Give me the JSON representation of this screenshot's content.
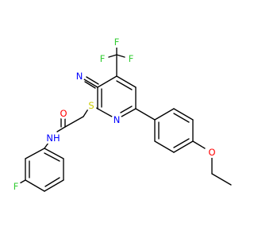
{
  "atoms": {
    "F1": {
      "text": "F",
      "color": "#33cc33"
    },
    "F2": {
      "text": "F",
      "color": "#33cc33"
    },
    "F3": {
      "text": "F",
      "color": "#33cc33"
    },
    "N_nitrile": {
      "text": "N",
      "color": "#0000ff"
    },
    "N_pyridine": {
      "text": "N",
      "color": "#0000ff"
    },
    "S": {
      "text": "S",
      "color": "#cccc00"
    },
    "O_carbonyl": {
      "text": "O",
      "color": "#ff0000"
    },
    "NH": {
      "text": "NH",
      "color": "#0000ff"
    },
    "O_ether": {
      "text": "O",
      "color": "#ff0000"
    },
    "F_aryl": {
      "text": "F",
      "color": "#33cc33"
    }
  },
  "colors": {
    "bond": "#000000",
    "nitrogen": "#0000ff",
    "oxygen": "#ff0000",
    "sulfur": "#cccc00",
    "fluorine": "#33cc33"
  }
}
